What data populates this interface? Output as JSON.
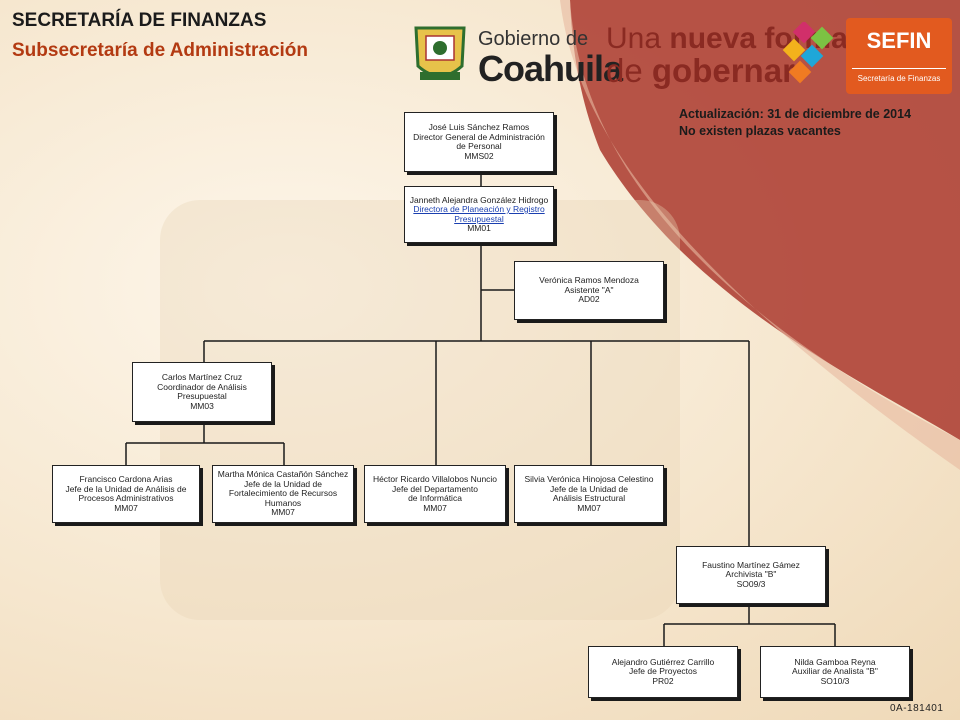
{
  "header": {
    "title": "SECRETARÍA DE FINANZAS",
    "subtitle": "Subsecretaría de Administración"
  },
  "logos": {
    "gobierno_small": "Gobierno de",
    "gobierno_big": "Coahuila",
    "slogan_una": "Una",
    "slogan_nueva_forma": "nueva forma",
    "slogan_de": "de",
    "slogan_gobernar": "gobernar",
    "sefin_title": "SEFIN",
    "sefin_sub": "Secretaría de Finanzas"
  },
  "note": {
    "update": "Actualización: 31  de diciembre de 2014",
    "vacancies": "No existen plazas vacantes"
  },
  "code": "0A-181401",
  "colors": {
    "accent": "#b33a12",
    "swoosh": "#b0453a",
    "sefin": "#e25a1f"
  },
  "nodes": {
    "director": [
      "José Luis Sánchez Ramos",
      "Director General de Administración",
      "de Personal",
      "MMS02"
    ],
    "planeacion": [
      "Janneth Alejandra González Hidrogo",
      "Directora de Planeación y Registro",
      "Presupuestal",
      "MM01"
    ],
    "asistente": [
      "Verónica  Ramos Mendoza",
      "Asistente  \"A\"",
      "AD02"
    ],
    "coordinador": [
      "Carlos  Martínez Cruz",
      "Coordinador  de Análisis",
      "Presupuestal",
      "MM03"
    ],
    "procesos": [
      "Francisco Cardona Arias",
      "Jefe de la Unidad de Análisis  de",
      "Procesos Administrativos",
      "MM07"
    ],
    "fortalecimiento": [
      "Martha Mónica Castañón Sánchez",
      "Jefe de la Unidad de",
      "Fortalecimiento de Recursos",
      "Humanos",
      "MM07"
    ],
    "informatica": [
      "Héctor Ricardo Villalobos Nuncio",
      "Jefe del Departamento",
      "de Informática",
      "MM07"
    ],
    "estructural": [
      "Silvia Verónica Hinojosa Celestino",
      "Jefe de la Unidad de",
      "Análisis Estructural",
      "MM07"
    ],
    "archivista": [
      "Faustino Martínez Gámez",
      "Archivista  \"B\"",
      "SO09/3"
    ],
    "proyectos": [
      "Alejandro Gutiérrez Carrillo",
      "Jefe de Proyectos",
      "PR02"
    ],
    "auxiliar": [
      "Nilda Gamboa Reyna",
      "Auxiliar  de Analista  \"B\"",
      "SO10/3"
    ]
  }
}
